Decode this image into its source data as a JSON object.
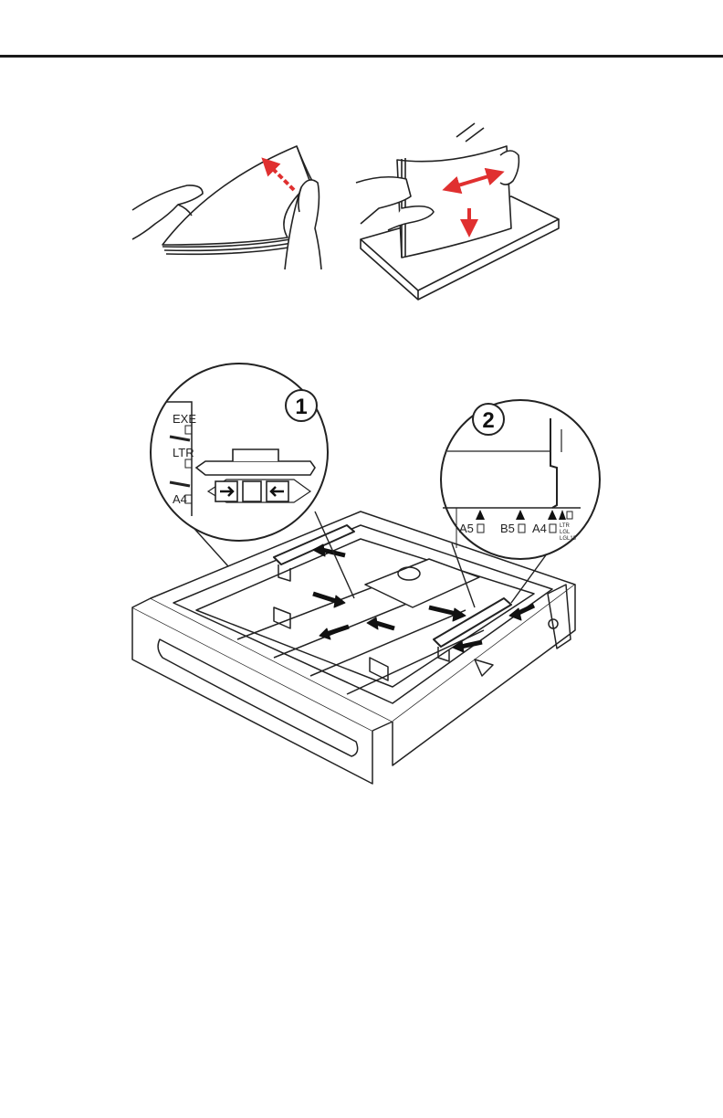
{
  "colors": {
    "line": "#222222",
    "arrow_red": "#e03030",
    "arrow_black": "#111111",
    "paper": "#ffffff"
  },
  "callout_1": {
    "number": "1",
    "scale_labels": [
      "EXE",
      "LTR",
      "A4"
    ]
  },
  "callout_2": {
    "number": "2",
    "scale_labels": [
      "A5",
      "B5",
      "A4"
    ],
    "stacked_labels": [
      "LTR",
      "LGL",
      "LGL13"
    ]
  }
}
